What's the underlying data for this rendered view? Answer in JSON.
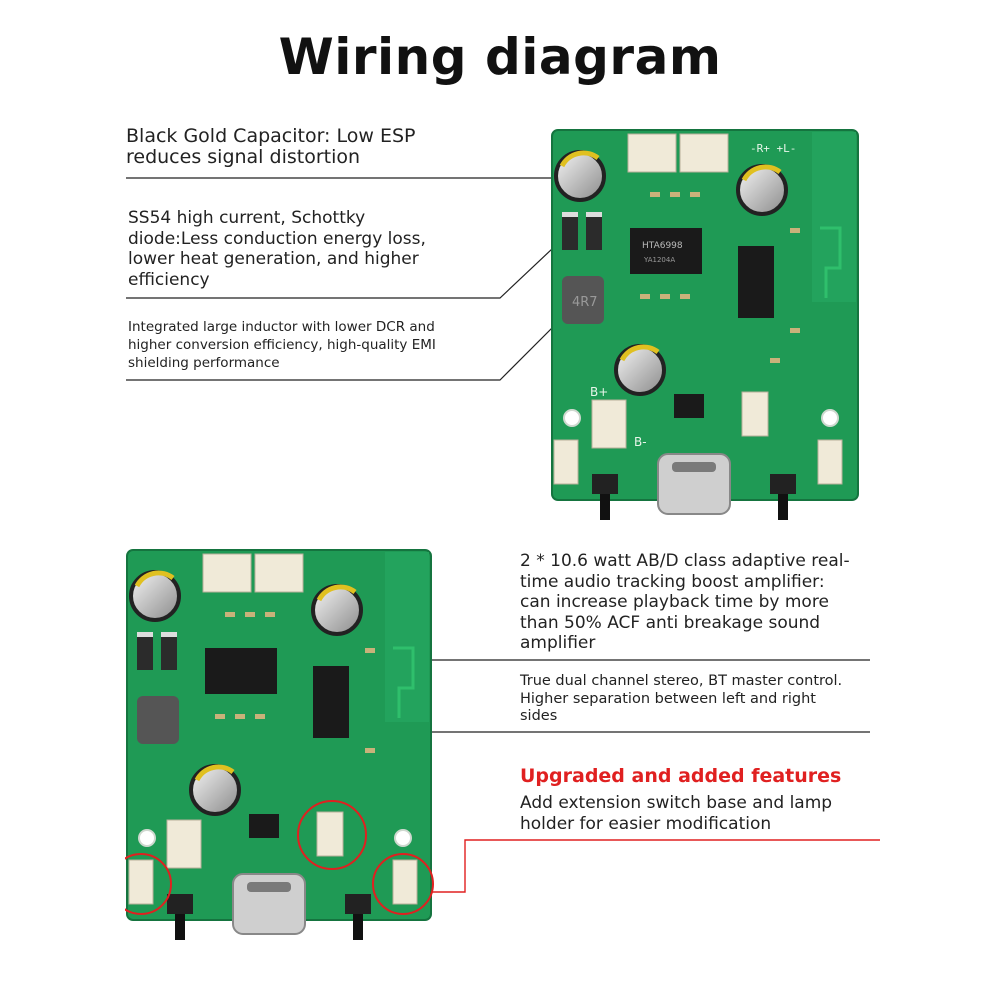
{
  "title": "Wiring diagram",
  "annotations": {
    "capacitor": "Black Gold Capacitor: Low ESP reduces signal distortion",
    "diode": "SS54 high current, Schottky diode:Less conduction energy loss, lower heat generation, and higher efficiency",
    "inductor": "Integrated large inductor with lower DCR and higher conversion efficiency, high-quality EMI shielding performance",
    "amplifier": "2 * 10.6 watt AB/D class adaptive real-time audio tracking boost amplifier: can increase playback time by more than 50% ACF anti breakage sound amplifier",
    "stereo": "True dual channel stereo, BT master control. Higher separation between left and right sides",
    "features_heading": "Upgraded and added features",
    "features": "Add extension switch base and lamp holder for easier modification"
  },
  "board_labels": {
    "inductor_mark": "4R7",
    "chip_main": "HTA6998",
    "chip_main_sub": "YA1204A",
    "power_label": "B+",
    "speaker_label": "-R+ +L-",
    "ground_label": "B-"
  },
  "colors": {
    "pcb": "#1f9a55",
    "highlight": "#e02020"
  }
}
